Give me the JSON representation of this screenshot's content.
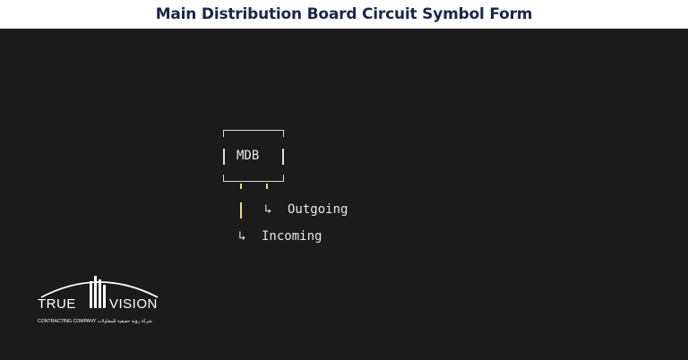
{
  "title": "Main Distribution Board Circuit Symbol Form",
  "diagram": {
    "box_label": "MDB",
    "outgoing_label": "Outgoing",
    "incoming_label": "Incoming",
    "arrow_glyph": "↳"
  },
  "logo": {
    "name": "TRUE VISION",
    "subtitle": "CONTRACTING COMPANY شركة رؤية حقيقية للمقاولات"
  },
  "colors": {
    "panel_background": "#1b1b1b",
    "header_text": "#1a2748",
    "diagram_text": "#e8e8e8",
    "lead_lines": "#e9d98a"
  }
}
